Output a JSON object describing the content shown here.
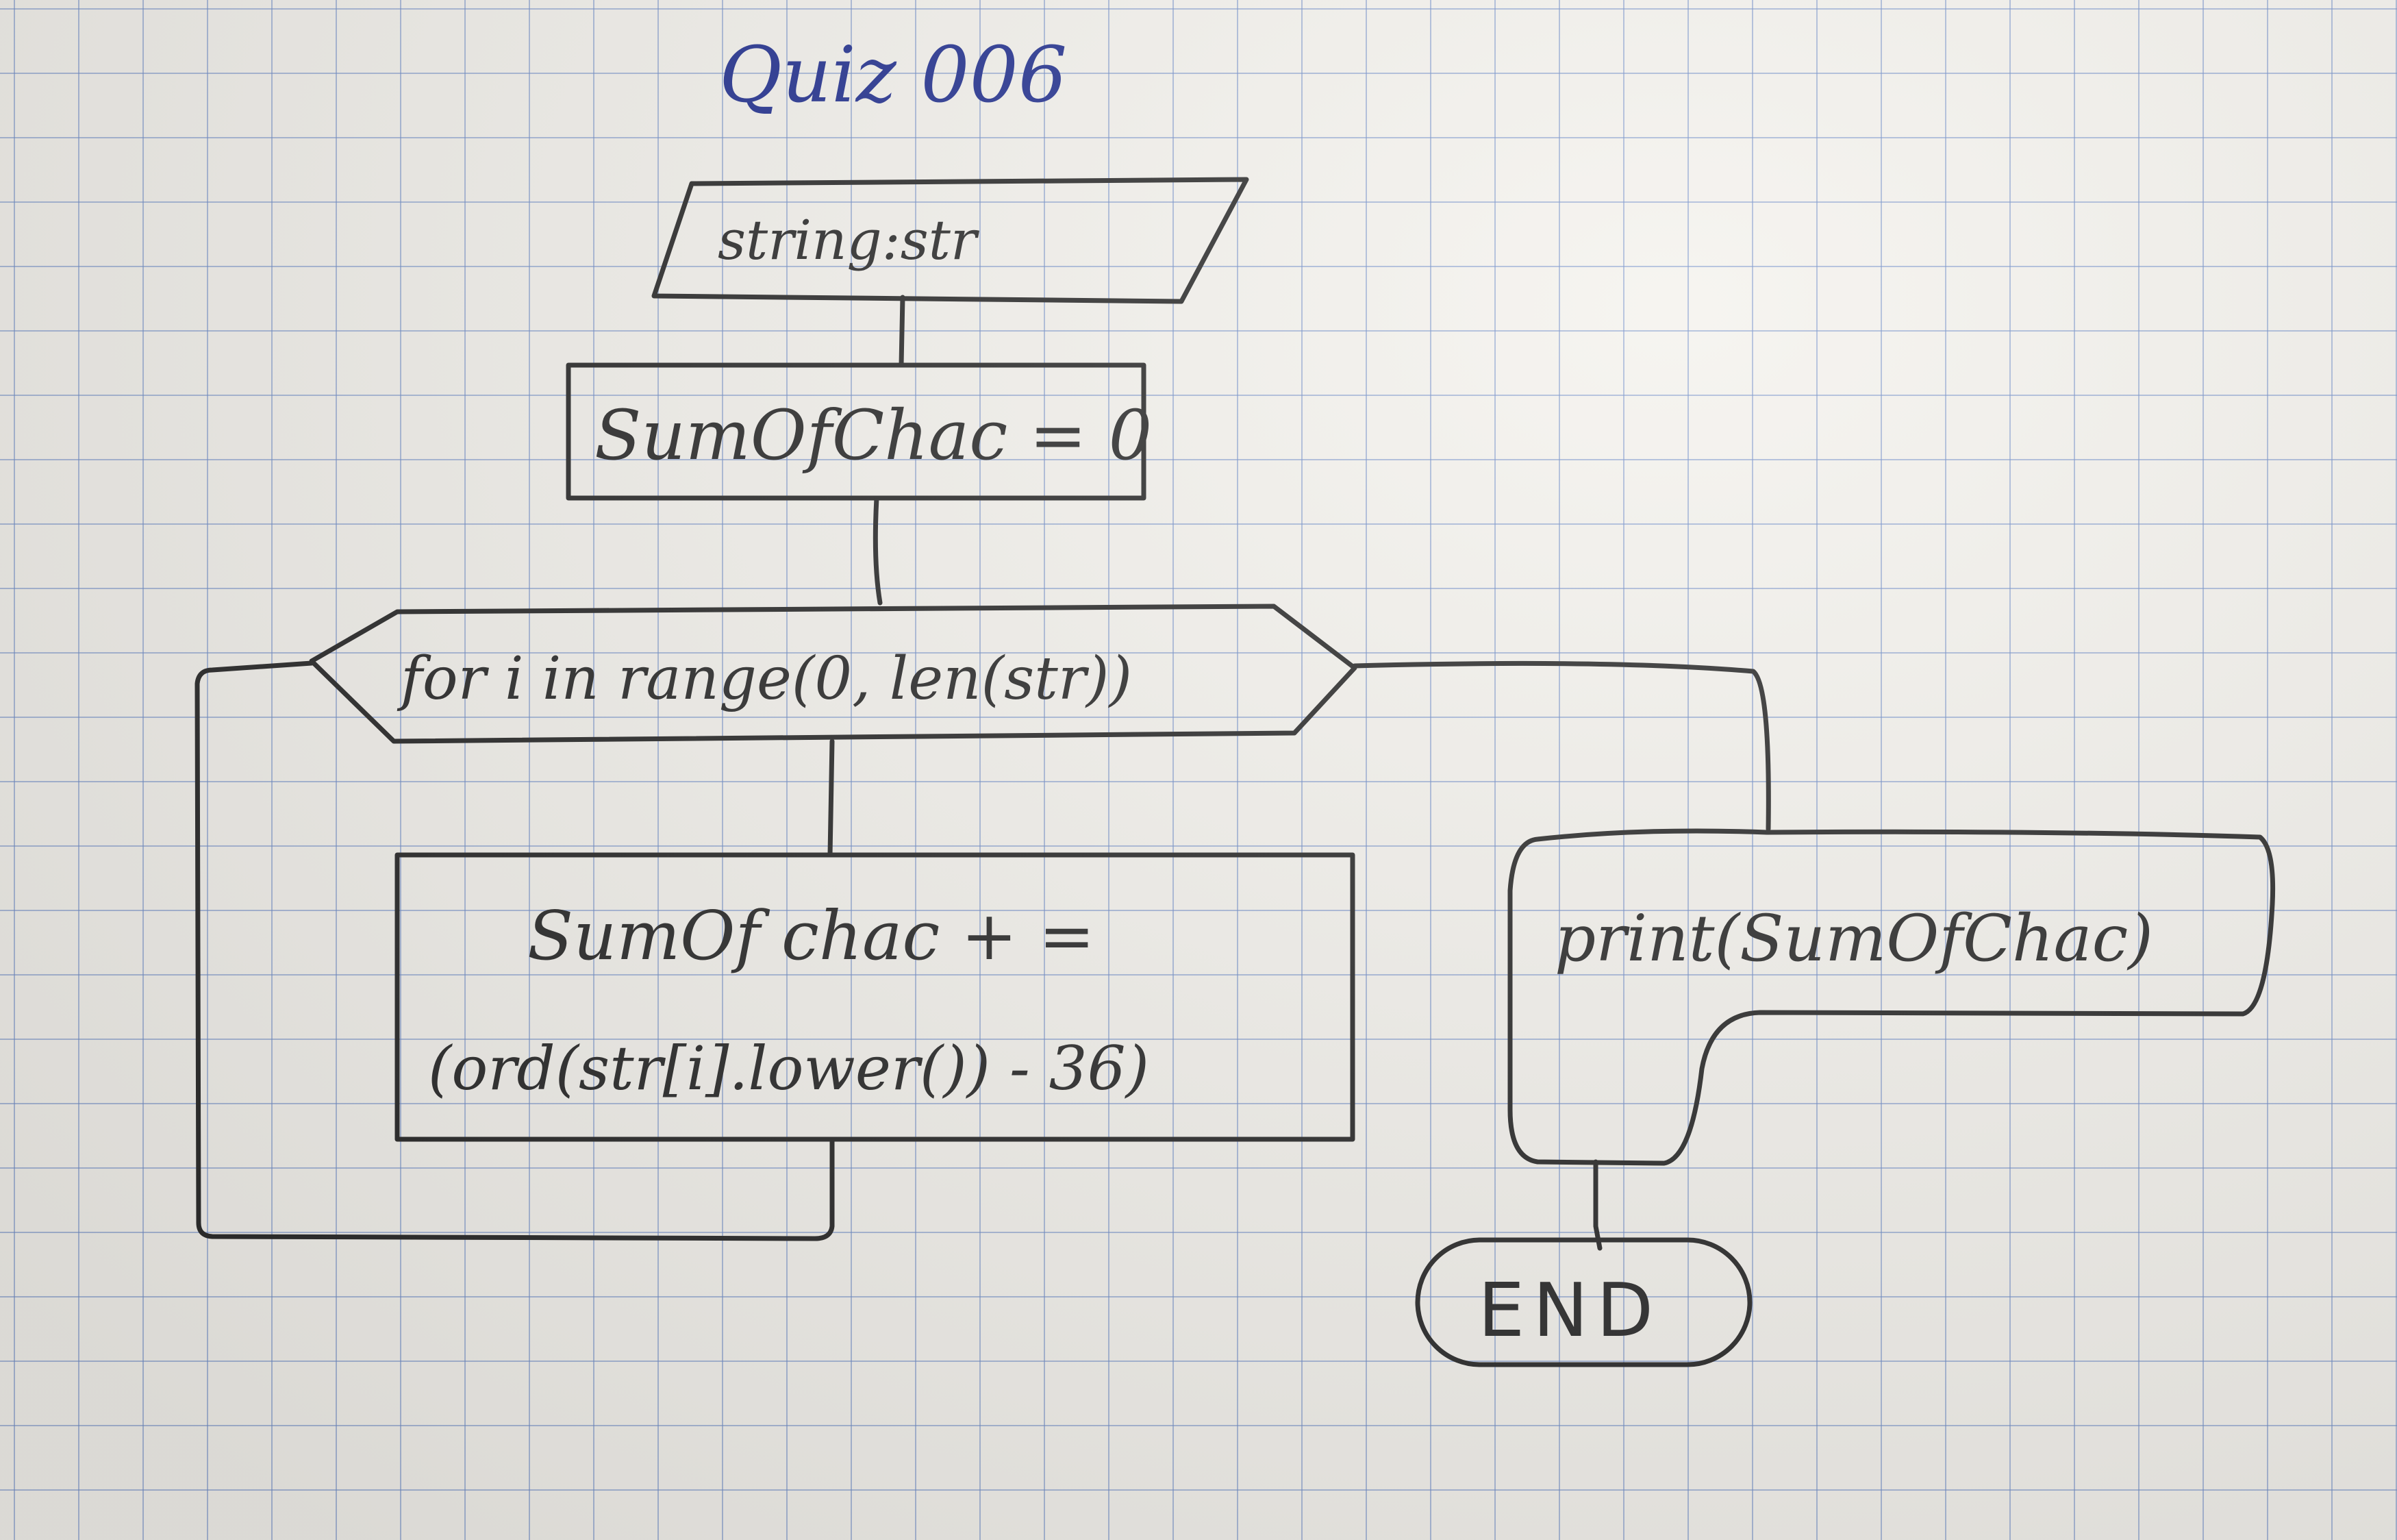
{
  "title": "Quiz 006",
  "nodes": {
    "input": "string:str",
    "init": "SumOfChac = 0",
    "loop": "for i in range(0, len(str))",
    "body_line1": "SumOf chac + =",
    "body_line2": "(ord(str[i].lower()) - 36)",
    "output": "print(SumOfChac)",
    "end": "END"
  },
  "colors": {
    "pencil": "#2a2a2a",
    "title_ink": "#22308f",
    "grid": "#6e8cc8",
    "paper": "#f4f2ed"
  }
}
